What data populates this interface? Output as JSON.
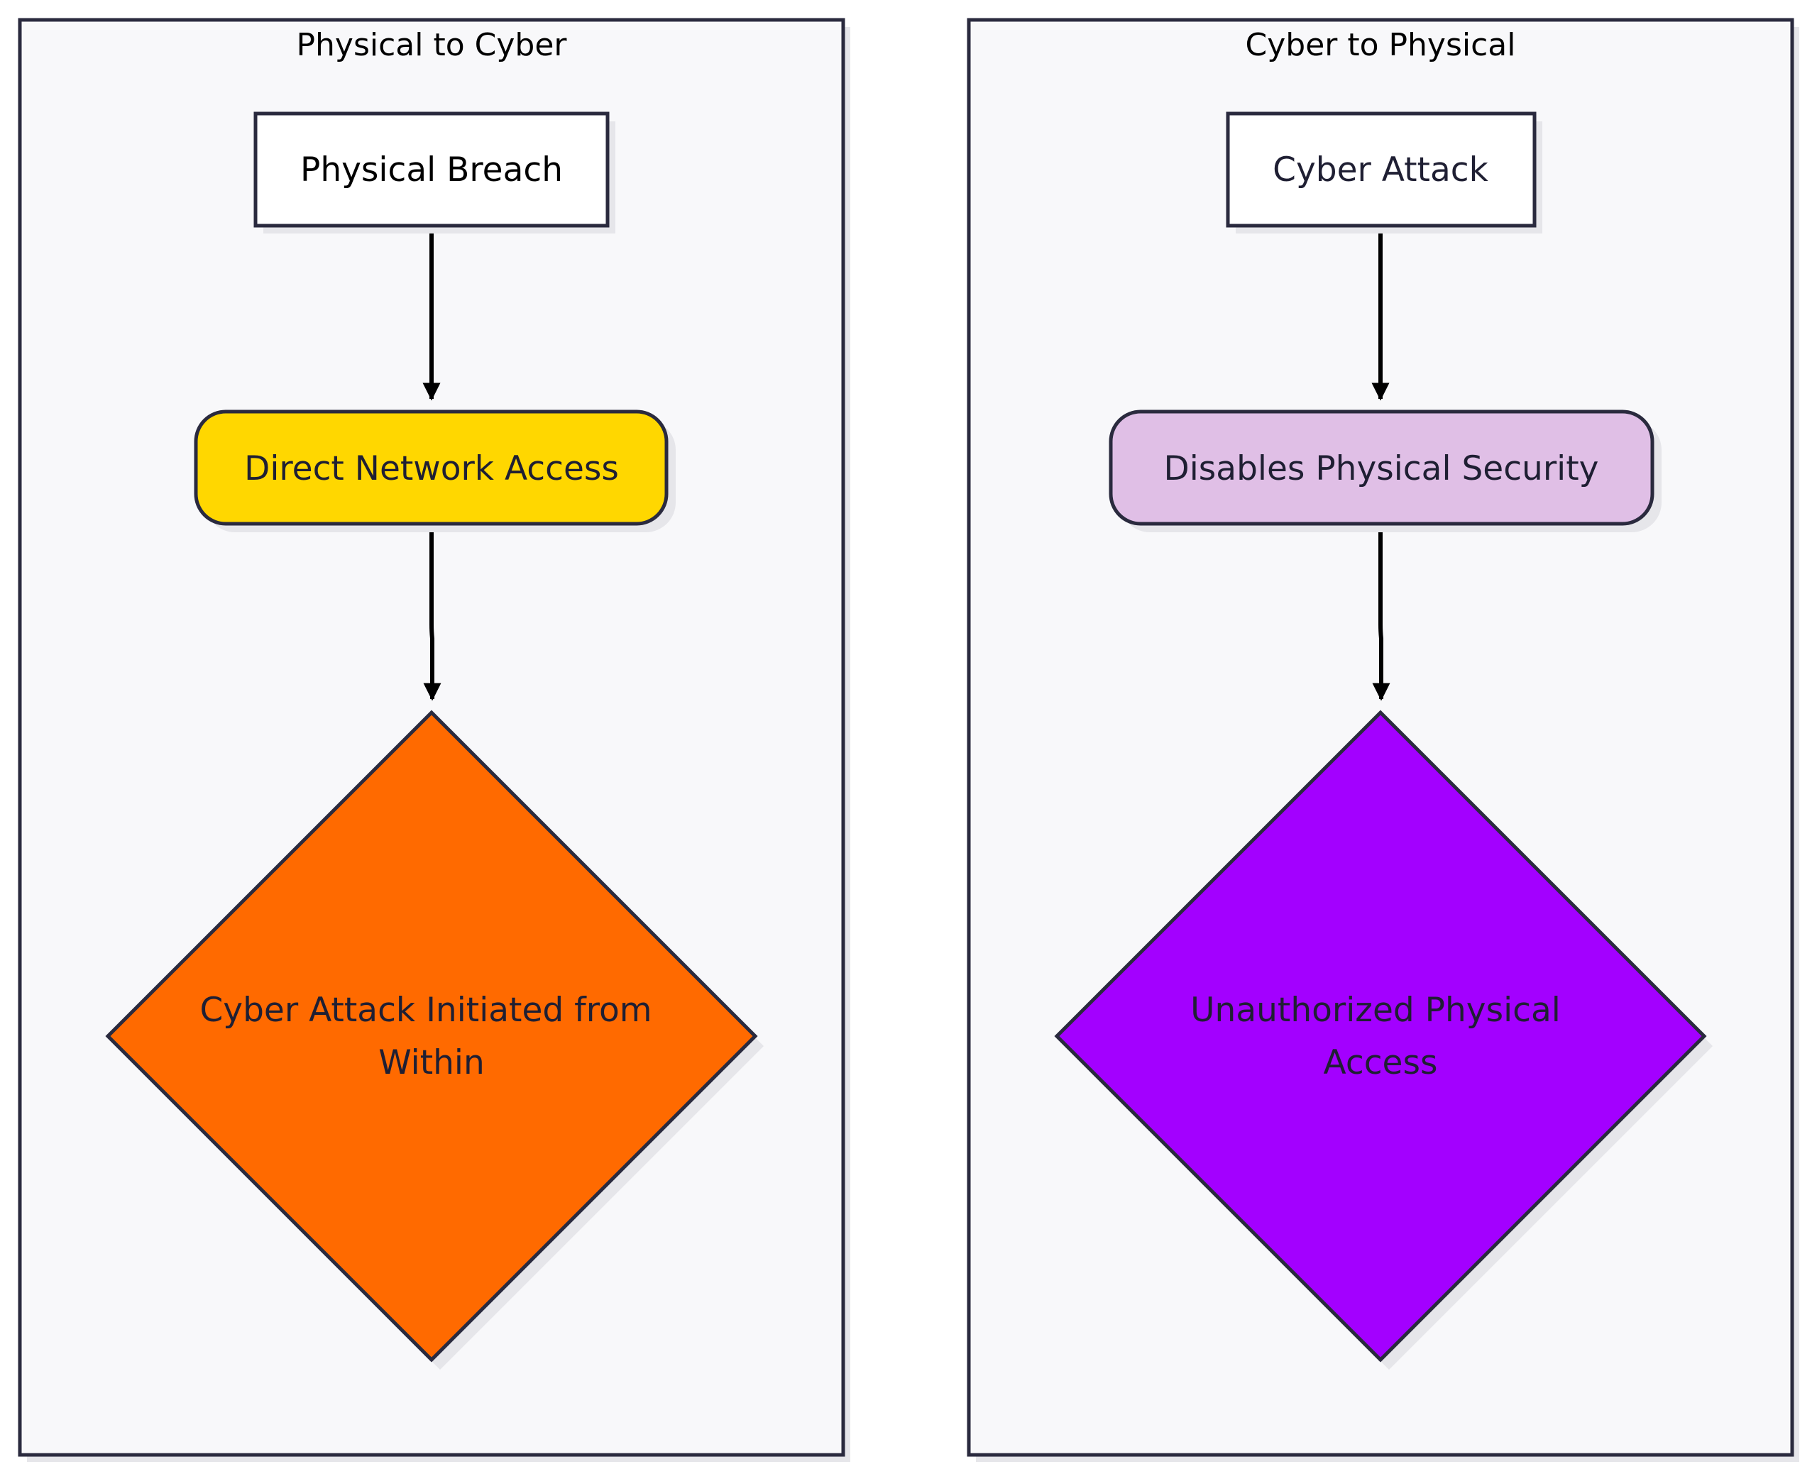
{
  "clusters": [
    {
      "title": "Physical to Cyber",
      "nodes": {
        "start": {
          "label": "Physical Breach",
          "shape": "rectangle",
          "fill": "#ffffff",
          "text_color": "#000000"
        },
        "middle": {
          "label": "Direct Network Access",
          "shape": "rounded-rectangle",
          "fill": "#ffd700",
          "text_color": "#1f1f33"
        },
        "end": {
          "lines": [
            "Cyber Attack Initiated from",
            "Within"
          ],
          "shape": "diamond",
          "fill": "#ff6a00",
          "text_color": "#1f1f33"
        }
      }
    },
    {
      "title": "Cyber to Physical",
      "nodes": {
        "start": {
          "label": "Cyber Attack",
          "shape": "rectangle",
          "fill": "#ffffff",
          "text_color": "#1f1f33"
        },
        "middle": {
          "label": "Disables Physical Security",
          "shape": "rounded-rectangle",
          "fill": "#e0bfe6",
          "text_color": "#1f1f33"
        },
        "end": {
          "lines": [
            "Unauthorized Physical",
            "Access"
          ],
          "shape": "diamond",
          "fill": "#a300ff",
          "text_color": "#1f1f33"
        }
      }
    }
  ],
  "edges": [
    {
      "from": "Physical Breach",
      "to": "Direct Network Access"
    },
    {
      "from": "Direct Network Access",
      "to": "Cyber Attack Initiated from Within"
    },
    {
      "from": "Cyber Attack",
      "to": "Disables Physical Security"
    },
    {
      "from": "Disables Physical Security",
      "to": "Unauthorized Physical Access"
    }
  ],
  "colors": {
    "cluster_fill": "#f8f8fa",
    "cluster_stroke": "#2a2a3e",
    "node_stroke": "#2a2a3e",
    "shadow": "#e6e6ea",
    "edge": "#000000"
  }
}
